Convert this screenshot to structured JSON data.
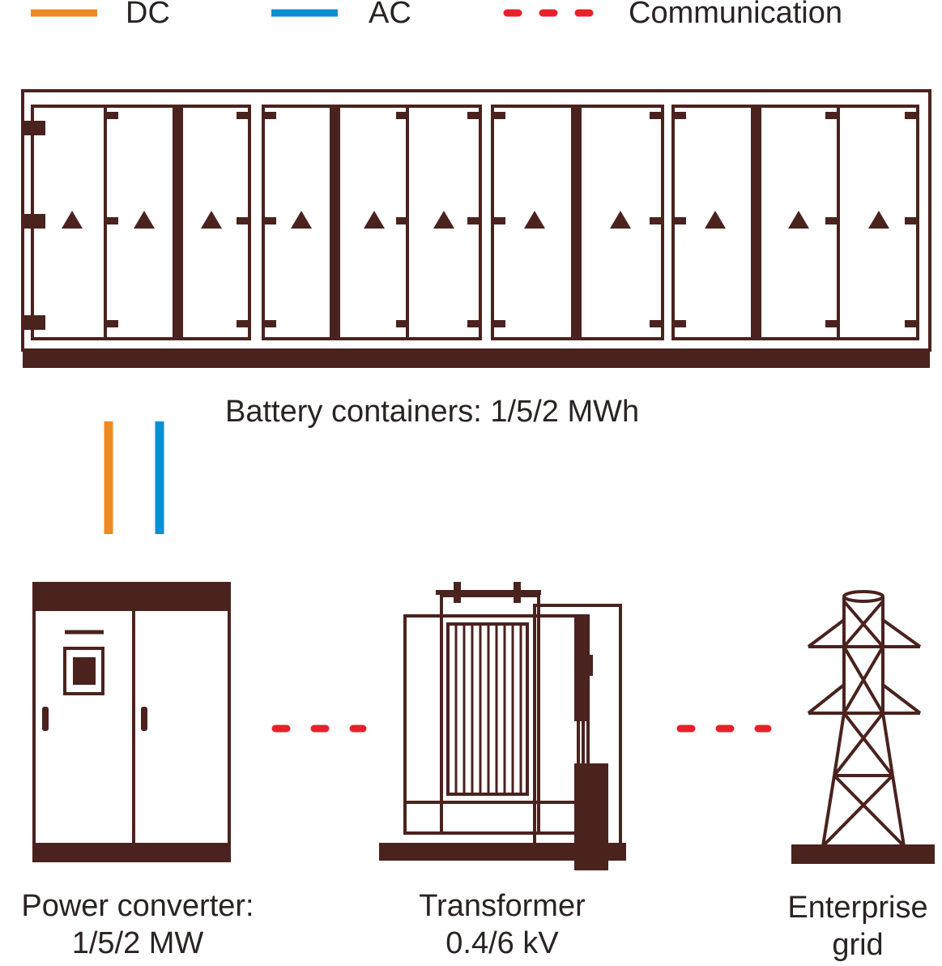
{
  "legend": {
    "dc": {
      "label": "DC",
      "color": "#ee8a22"
    },
    "ac": {
      "label": "AC",
      "color": "#0a8fd2"
    },
    "communication": {
      "label": "Communication",
      "color": "#e8202a"
    }
  },
  "battery": {
    "caption": "Battery containers:  1/5/2 MWh"
  },
  "converter": {
    "caption_line1": "Power converter:",
    "caption_line2": "1/5/2 MW"
  },
  "transformer": {
    "caption_line1": "Transformer",
    "caption_line2": "0.4/6 kV"
  },
  "grid": {
    "caption_line1": "Enterprise",
    "caption_line2": "grid"
  },
  "colors": {
    "outline": "#4a221e",
    "text": "#2b2222"
  }
}
